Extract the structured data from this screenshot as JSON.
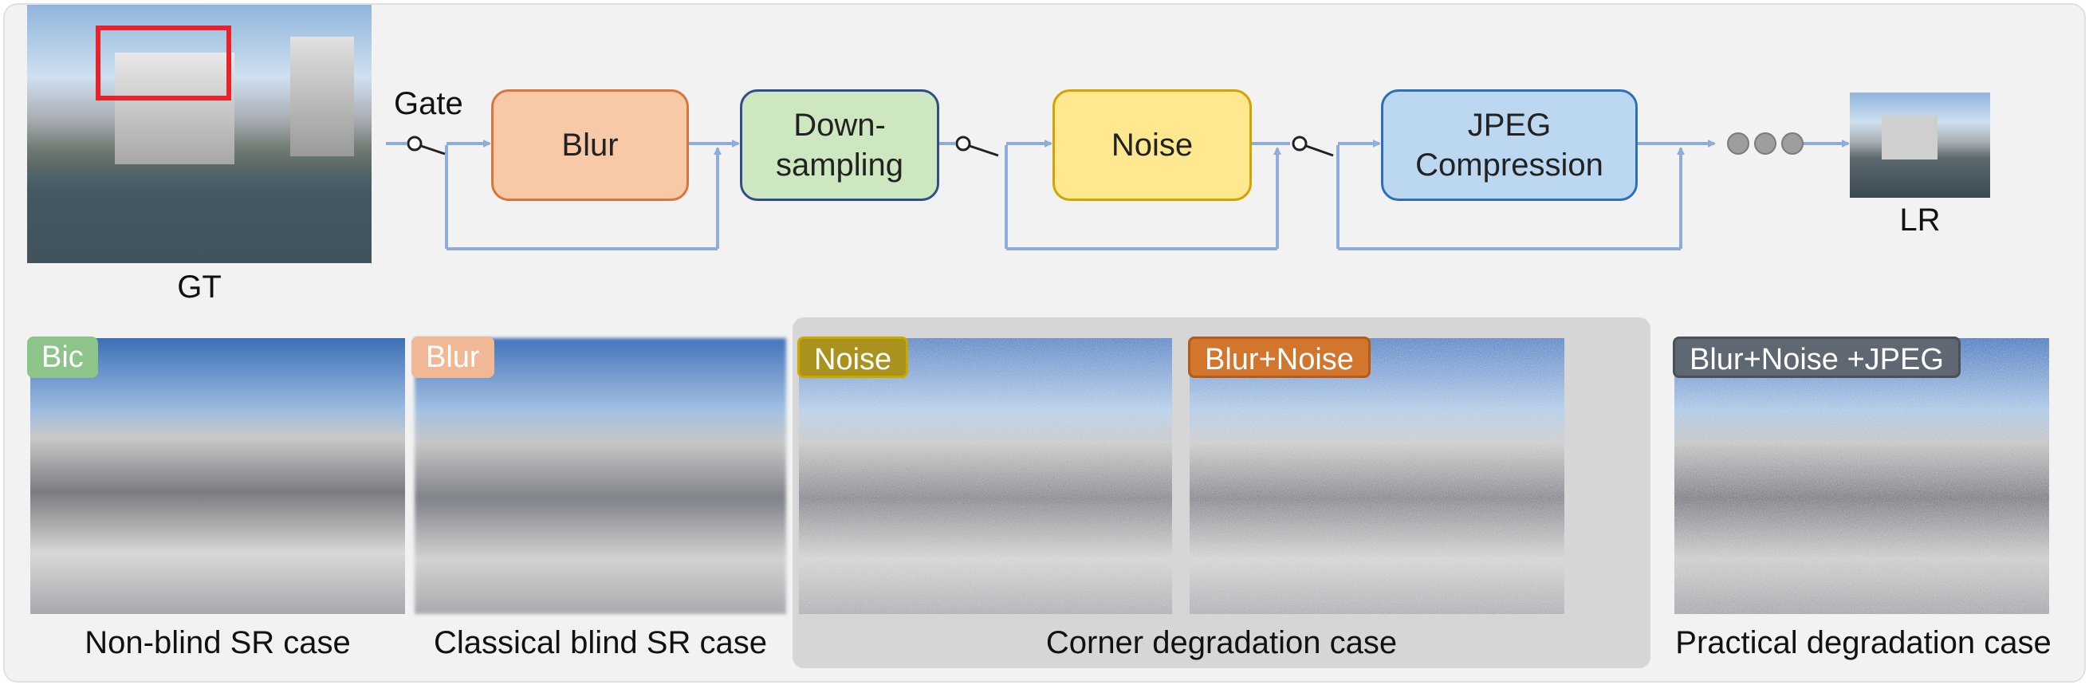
{
  "top": {
    "gt_label": "GT",
    "lr_label": "LR",
    "gate_label": "Gate",
    "blocks": [
      {
        "id": "blur",
        "label": "Blur",
        "fill": "#f8c9a6",
        "border": "#d8763e"
      },
      {
        "id": "down",
        "label": "Down-\nsampling",
        "fill": "#cde8c0",
        "border": "#2f4f8a"
      },
      {
        "id": "noise",
        "label": "Noise",
        "fill": "#ffe88f",
        "border": "#d4a300"
      },
      {
        "id": "jpeg",
        "label": "JPEG\nCompression",
        "fill": "#bcd8f0",
        "border": "#2f6fb8"
      }
    ]
  },
  "bottom": {
    "cases": [
      {
        "tag": "Bic",
        "tag_color": "#8cc48a",
        "caption": "Non-blind SR case"
      },
      {
        "tag": "Blur",
        "tag_color": "#f1b895",
        "caption": "Classical blind SR case"
      },
      {
        "tag": "Noise",
        "tag_color": "#a9921e",
        "caption": ""
      },
      {
        "tag": "Blur+Noise",
        "tag_color": "#d2762e",
        "caption": ""
      },
      {
        "tag": "Blur+Noise +JPEG",
        "tag_color": "#5f6772",
        "caption": "Practical degradation case"
      }
    ],
    "corner_caption": "Corner degradation case"
  },
  "colors": {
    "arrow": "#8eacdc",
    "dots": "#9e9e9e",
    "highlight": "#e8212a",
    "panel": "#d6d6d6"
  }
}
